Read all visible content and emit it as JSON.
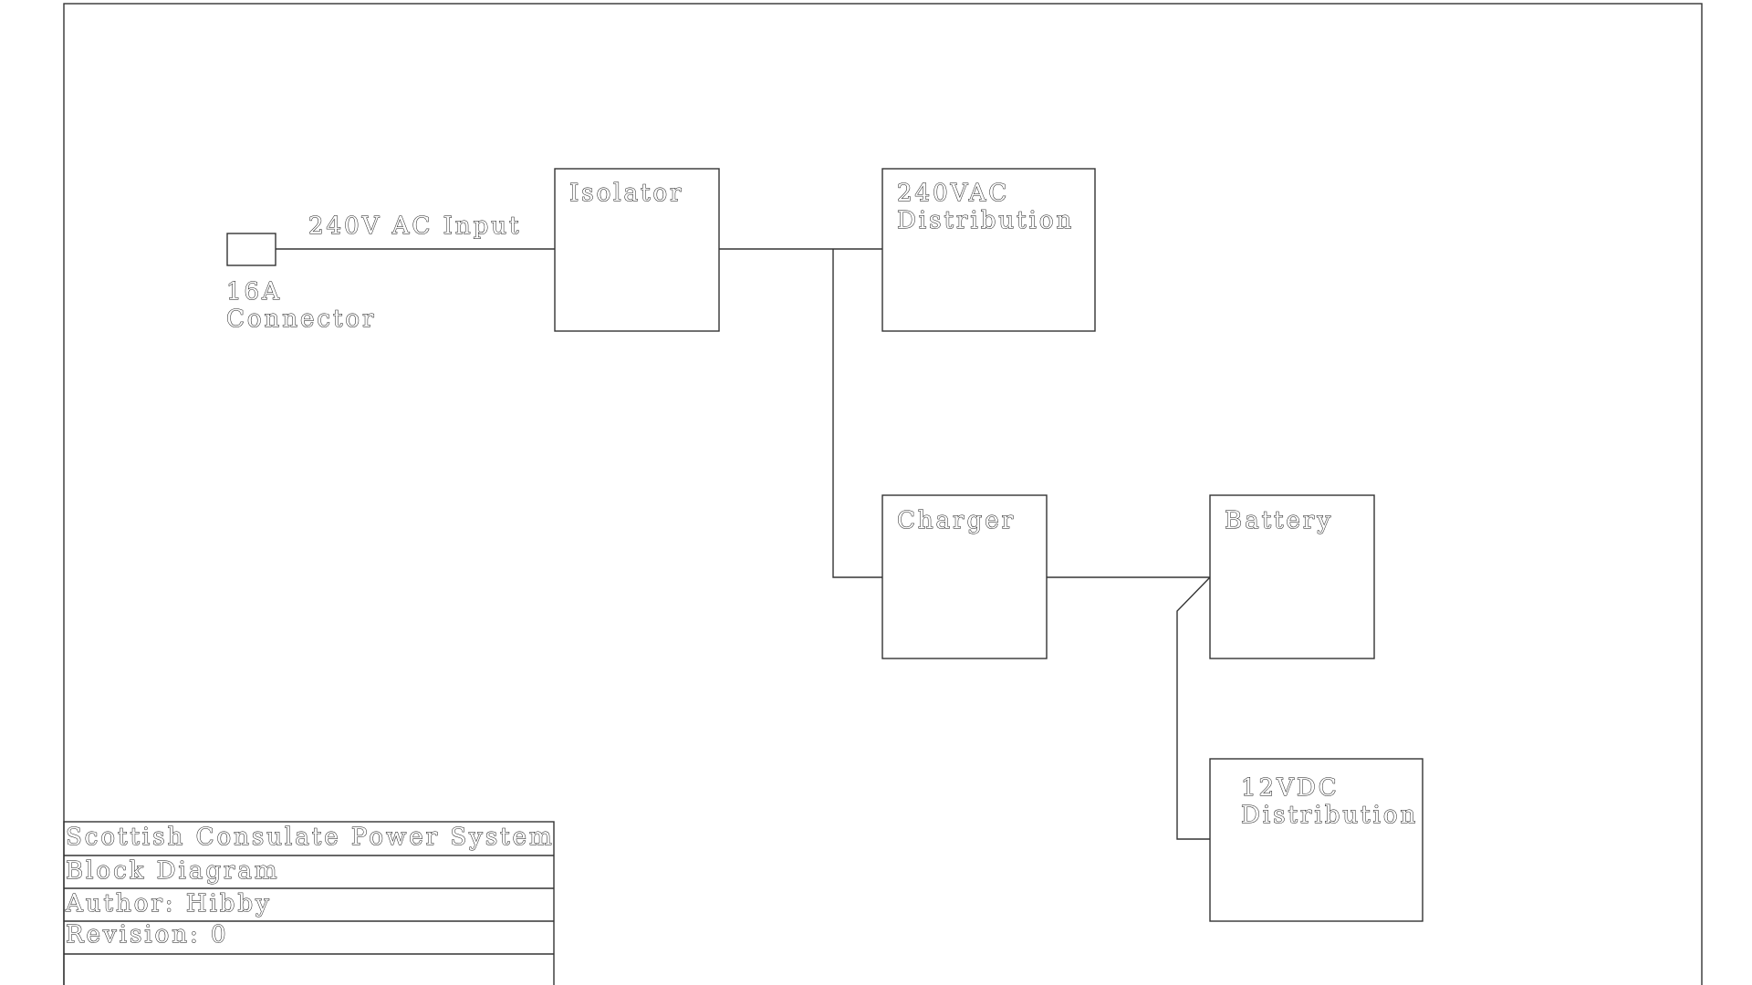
{
  "diagram": {
    "blocks": {
      "connector": {
        "label_line1": "16A",
        "label_line2": "Connector"
      },
      "isolator": {
        "label": "Isolator"
      },
      "ac_distribution": {
        "label_line1": "240VAC",
        "label_line2": "Distribution"
      },
      "charger": {
        "label": "Charger"
      },
      "battery": {
        "label": "Battery"
      },
      "dc_distribution": {
        "label_line1": "12VDC",
        "label_line2": "Distribution"
      }
    },
    "wire_labels": {
      "ac_input": "240V AC Input"
    }
  },
  "title_block": {
    "rows": [
      "Scottish Consulate Power System",
      "Block Diagram",
      "Author: Hibby",
      "Revision: 0",
      ""
    ]
  },
  "colors": {
    "line": "#333333",
    "background": "#ffffff"
  }
}
